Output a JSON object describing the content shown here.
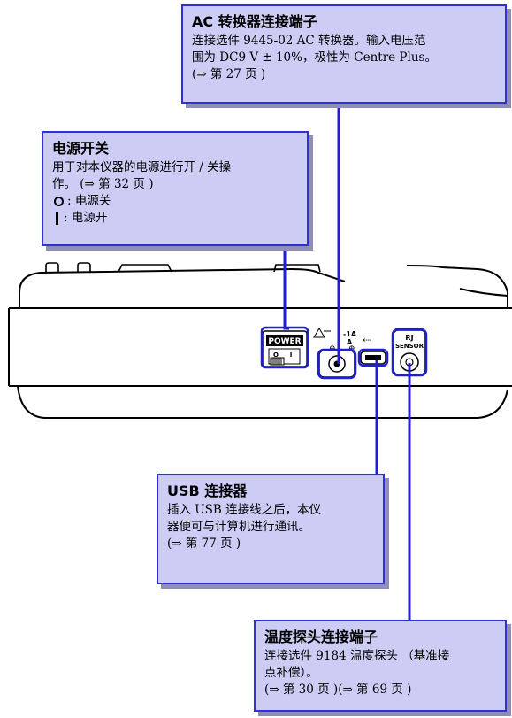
{
  "callouts": {
    "ac": {
      "title": "AC 转换器连接端子",
      "lines": [
        "连接选件 9445-02 AC 转换器。输入电压范",
        "围为 DC9 V ± 10%，极性为 Centre Plus。",
        "(⇒ 第 27 页 )"
      ]
    },
    "power": {
      "title": "电源开关",
      "lines": [
        "用于对本仪器的电源进行开 / 关操",
        "作。 (⇒ 第 32 页 )"
      ],
      "off_text": ": 电源关",
      "on_text": ": 电源开"
    },
    "usb": {
      "title": "USB 连接器",
      "lines": [
        "插入 USB 连接线之后，本仪",
        "器便可与计算机进行通讯。",
        "(⇒ 第 77 页 )"
      ]
    },
    "temp": {
      "title": "温度探头连接端子",
      "lines": [
        "连接选件 9184 温度探头 （基准接",
        "点补偿）。",
        "(⇒ 第 30 页 )(⇒ 第 69 页 )"
      ]
    }
  },
  "device_labels": {
    "power": "POWER",
    "switch_off": "O",
    "switch_on": "I",
    "ac_rating_1": "-1A",
    "ac_rating_2": "A",
    "rj": "RJ",
    "sensor": "SENSOR"
  },
  "colors": {
    "callout_fill": "#ccccf5",
    "callout_border": "#3030d8",
    "leader": "#2020d0"
  }
}
